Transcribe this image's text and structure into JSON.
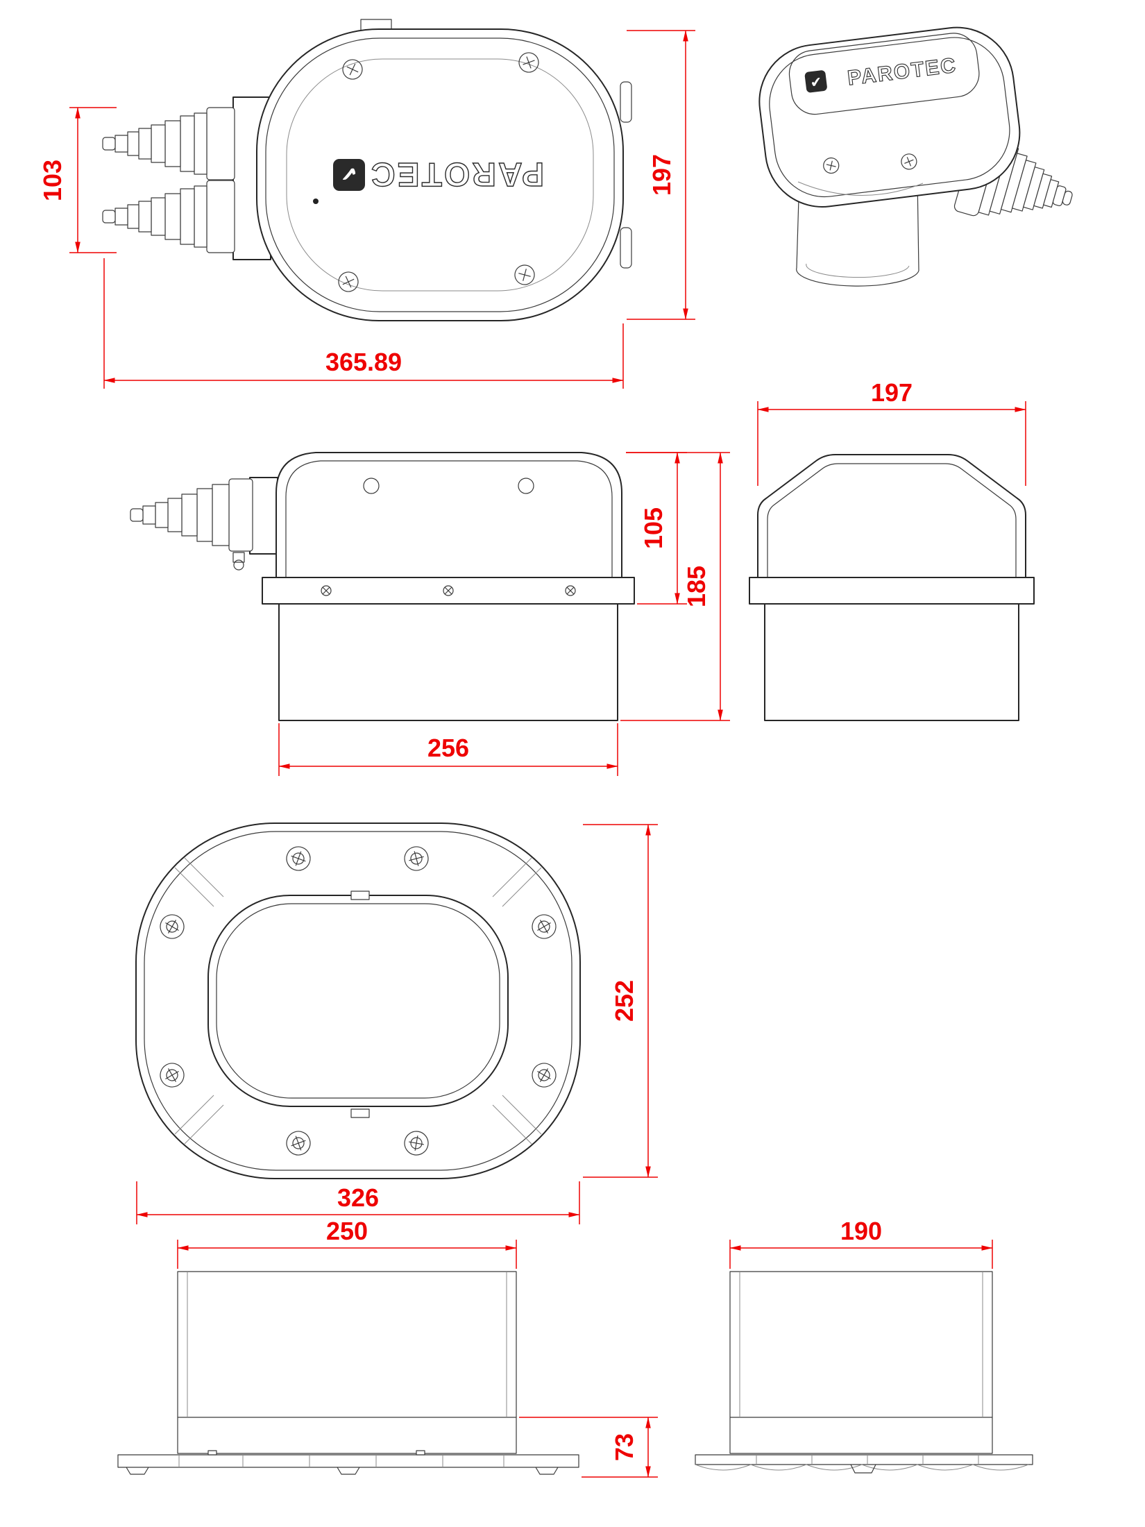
{
  "page": {
    "title": "PAROTEC enclosure dimensional drawing"
  },
  "logo": {
    "text": "PAROTEC",
    "icon": "✔"
  },
  "colors": {
    "dimension_red": "#ee0000",
    "line_black": "#262626"
  },
  "dimensions": {
    "top_gland_spacing": "103",
    "top_body_height": "197",
    "top_overall_width": "365.89",
    "front_width": "197",
    "side_cap_height": "105",
    "side_total_height": "185",
    "side_width": "256",
    "bottom_height": "252",
    "bottom_width": "326",
    "plate_side_width": "250",
    "plate_skirt_height": "73",
    "plate_front_width": "190"
  }
}
